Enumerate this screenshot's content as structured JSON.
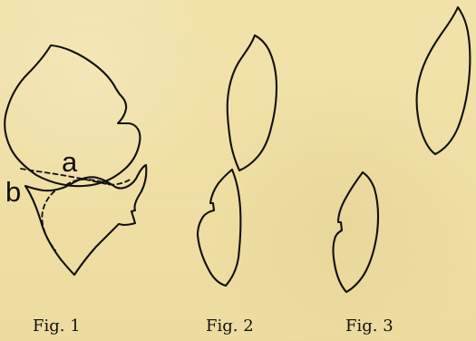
{
  "figures": {
    "fig1": {
      "caption": "Fig. 1",
      "label_a": "a",
      "label_b": "b"
    },
    "fig2": {
      "caption": "Fig. 2"
    },
    "fig3": {
      "caption": "Fig. 3"
    }
  }
}
